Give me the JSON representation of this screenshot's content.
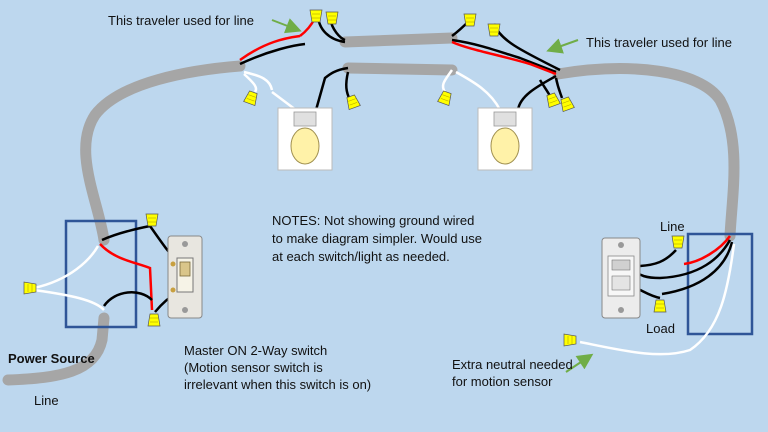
{
  "labels": {
    "traveler_left": "This traveler used for line",
    "traveler_right": "This traveler used for line",
    "notes": [
      "NOTES: Not showing ground wired",
      "to make diagram simpler. Would use",
      "at each switch/light as needed."
    ],
    "power_source": "Power Source",
    "line_bottom": "Line",
    "master_switch": [
      "Master ON 2-Way switch",
      "(Motion sensor switch is",
      "irrelevant when this switch is on)"
    ],
    "line_right": "Line",
    "load": "Load",
    "extra_neutral": [
      "Extra neutral needed",
      "for motion sensor"
    ]
  },
  "colors": {
    "background": "#bdd7ee",
    "cable": "#a6a6a6",
    "box_outline": "#2f5597",
    "wire_nut": "#ffff00",
    "hot_wire": "#ff0000",
    "neutral_wire": "#ffffff",
    "black_wire": "#000000",
    "arrow": "#70ad47"
  }
}
